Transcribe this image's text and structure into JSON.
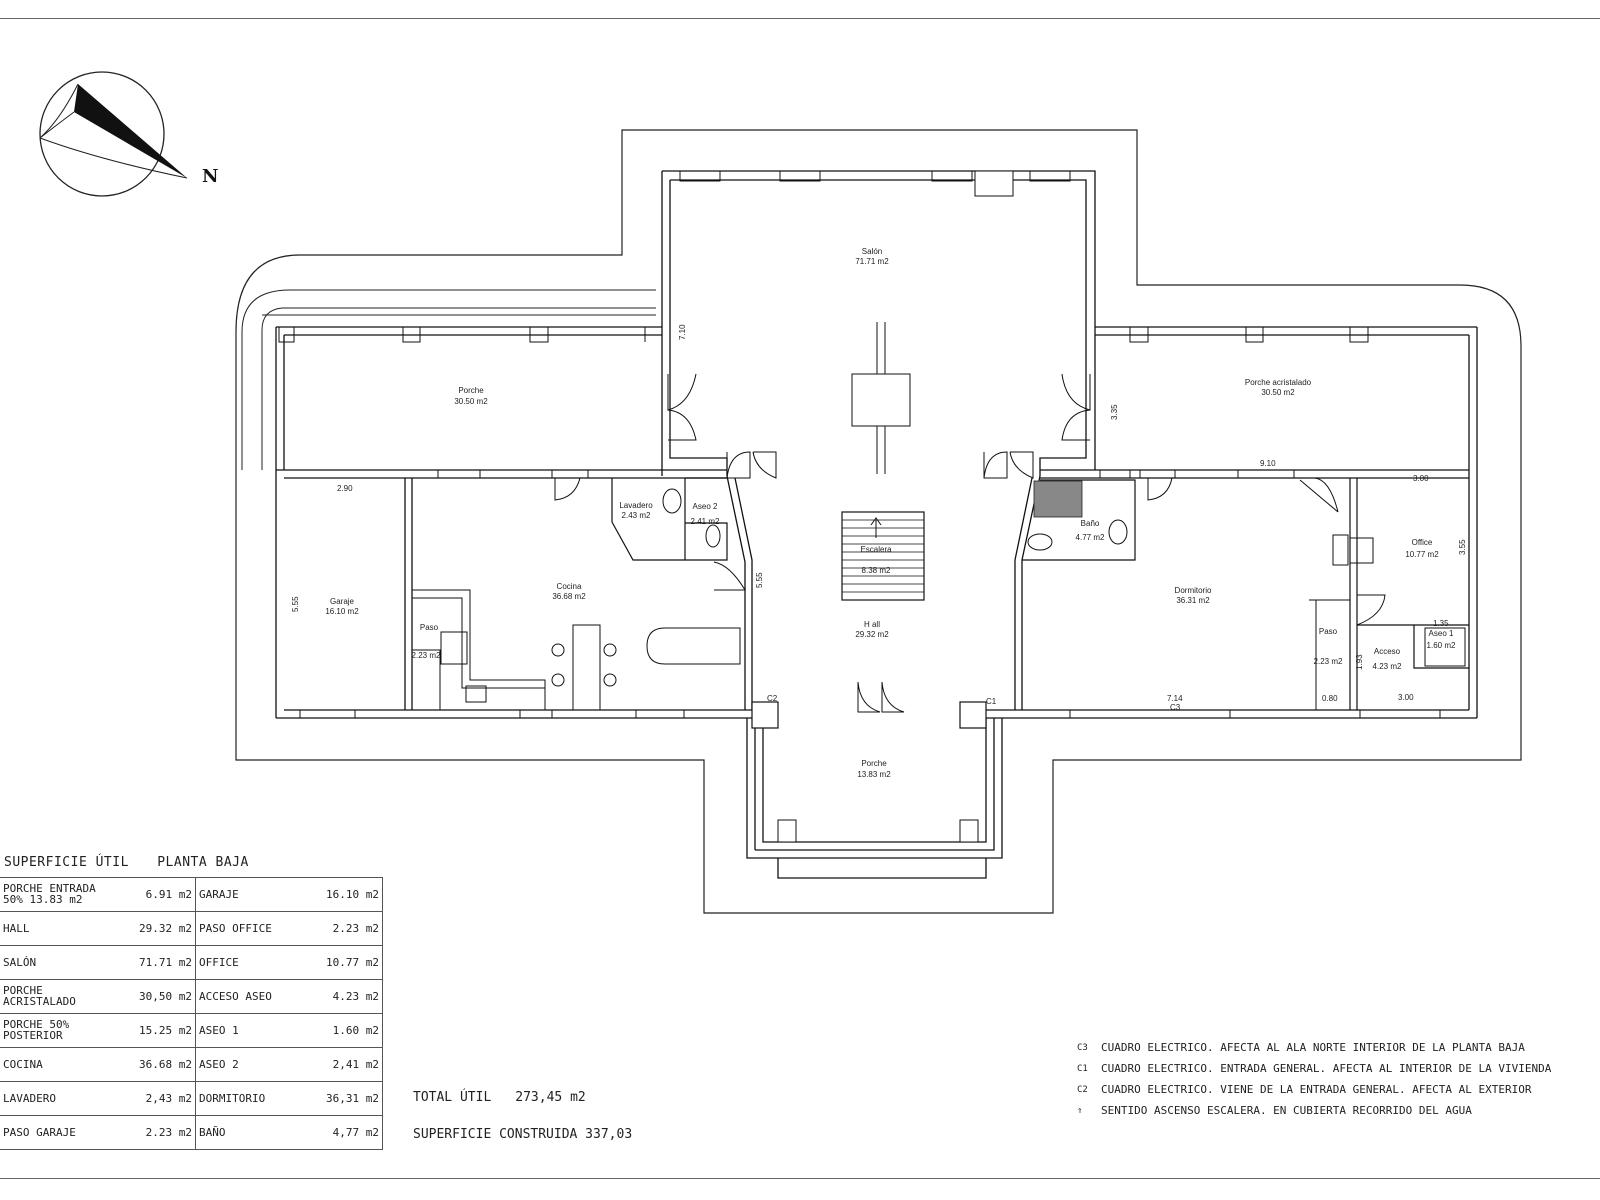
{
  "compass": {
    "north_label": "N"
  },
  "rooms": {
    "salon": {
      "name": "Salón",
      "area": "71.71 m2"
    },
    "porche_left": {
      "name": "Porche",
      "area": "30.50 m2"
    },
    "porche_acristalado": {
      "name": "Porche acristalado",
      "area": "30.50 m2"
    },
    "garaje": {
      "name": "Garaje",
      "area": "16.10 m2"
    },
    "cocina": {
      "name": "Cocina",
      "area": "36.68 m2"
    },
    "lavadero": {
      "name": "Lavadero",
      "area": "2.43 m2"
    },
    "aseo2": {
      "name": "Aseo 2",
      "area": "2.41 m2"
    },
    "escalera": {
      "name": "Escalera",
      "area": "8.38 m2"
    },
    "hall": {
      "name": "H all",
      "area": "29.32 m2"
    },
    "bano": {
      "name": "Baño",
      "area": "4.77 m2"
    },
    "dormitorio": {
      "name": "Dormitorio",
      "area": "36.31 m2"
    },
    "office": {
      "name": "Office",
      "area": "10.77 m2"
    },
    "aseo1": {
      "name": "Aseo 1",
      "area": "1.60 m2"
    },
    "acceso": {
      "name": "Acceso",
      "area": "4.23 m2"
    },
    "paso_left": {
      "name": "Paso",
      "area": "2.23 m2"
    },
    "paso_right": {
      "name": "Paso",
      "area": "2.23 m2"
    },
    "porche_front": {
      "name": "Porche",
      "area": "13.83 m2"
    }
  },
  "dimensions": {
    "d710": "7.10",
    "d335": "3.35",
    "d910": "9.10",
    "d290": "2.90",
    "d555a": "5.55",
    "d555b": "5.55",
    "d300a": "3.00",
    "d355": "3.55",
    "d135": "1.35",
    "d193": "1.93",
    "d080": "0.80",
    "d300b": "3.00",
    "d714": "7.14"
  },
  "panels": {
    "c1": "C1",
    "c2": "C2",
    "c3": "C3"
  },
  "schedule": {
    "title": "SUPERFICIE ÚTIL",
    "subtitle": "PLANTA BAJA",
    "rows": [
      {
        "left_label": "PORCHE ENTRADA 50%   13.83 m2",
        "left_value": "6.91 m2",
        "right_label": "GARAJE",
        "right_value": "16.10 m2"
      },
      {
        "left_label": "HALL",
        "left_value": "29.32 m2",
        "right_label": "PASO OFFICE",
        "right_value": "2.23 m2"
      },
      {
        "left_label": "SALÓN",
        "left_value": "71.71 m2",
        "right_label": "OFFICE",
        "right_value": "10.77 m2"
      },
      {
        "left_label": "PORCHE ACRISTALADO",
        "left_value": "30,50 m2",
        "right_label": "ACCESO ASEO",
        "right_value": "4.23 m2"
      },
      {
        "left_label": "PORCHE 50% POSTERIOR",
        "left_value": "15.25 m2",
        "right_label": "ASEO 1",
        "right_value": "1.60 m2"
      },
      {
        "left_label": "COCINA",
        "left_value": "36.68 m2",
        "right_label": "ASEO 2",
        "right_value": "2,41 m2"
      },
      {
        "left_label": "LAVADERO",
        "left_value": "2,43 m2",
        "right_label": "DORMITORIO",
        "right_value": "36,31 m2"
      },
      {
        "left_label": "PASO GARAJE",
        "left_value": "2.23 m2",
        "right_label": "BAÑO",
        "right_value": "4,77 m2"
      }
    ]
  },
  "totals": {
    "util_label": "TOTAL ÚTIL",
    "util_value": "273,45 m2",
    "construida_label": "SUPERFICIE CONSTRUIDA 337,03"
  },
  "legend": [
    {
      "code": "C3",
      "text": "CUADRO ELECTRICO. AFECTA AL ALA NORTE INTERIOR DE LA PLANTA BAJA"
    },
    {
      "code": "C1",
      "text": "CUADRO ELECTRICO. ENTRADA  GENERAL. AFECTA AL INTERIOR DE LA VIVIENDA"
    },
    {
      "code": "C2",
      "text": "CUADRO ELECTRICO. VIENE DE LA ENTRADA  GENERAL. AFECTA AL EXTERIOR"
    },
    {
      "code": "⇑",
      "text": "SENTIDO ASCENSO ESCALERA. EN CUBIERTA RECORRIDO DEL AGUA"
    }
  ]
}
